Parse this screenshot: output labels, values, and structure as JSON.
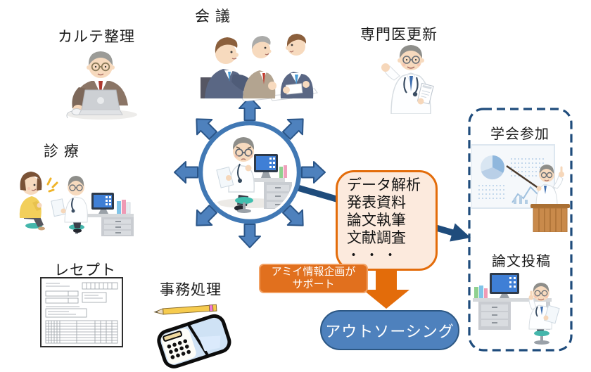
{
  "diagram": {
    "labels": {
      "karte": "カルテ整理",
      "kaigi": "会 議",
      "senmon": "専門医更新",
      "shinryo": "診 療",
      "recept": "レセプト",
      "jimu": "事務処理",
      "gakkai": "学会参加",
      "ronbun_toko": "論文投稿"
    },
    "task_box": {
      "items": [
        "データ解析",
        "発表資料",
        "論文執筆",
        "文献調査",
        "・・・"
      ]
    },
    "support_label": {
      "line1": "アミイ情報企画が",
      "line2": "サポート"
    },
    "outsourcing_label": "アウトソーシング",
    "colors": {
      "steel_blue": "#4E81BD",
      "ring_blue": "#4178B4",
      "navy": "#1F4C7C",
      "orange": "#E36C0A",
      "peach_fill": "#FCEADD",
      "text": "#1b1b1b"
    },
    "illustrations": [
      "doctor-working-on-laptop",
      "business-meeting-three-people",
      "doctor-with-clipboard",
      "doctor-examining-patient",
      "medical-receipt-form",
      "calculator-and-pencil",
      "stressed-doctor-at-desk-in-circle",
      "doctor-presenting-at-conference",
      "doctor-submitting-paper-at-desk"
    ]
  }
}
